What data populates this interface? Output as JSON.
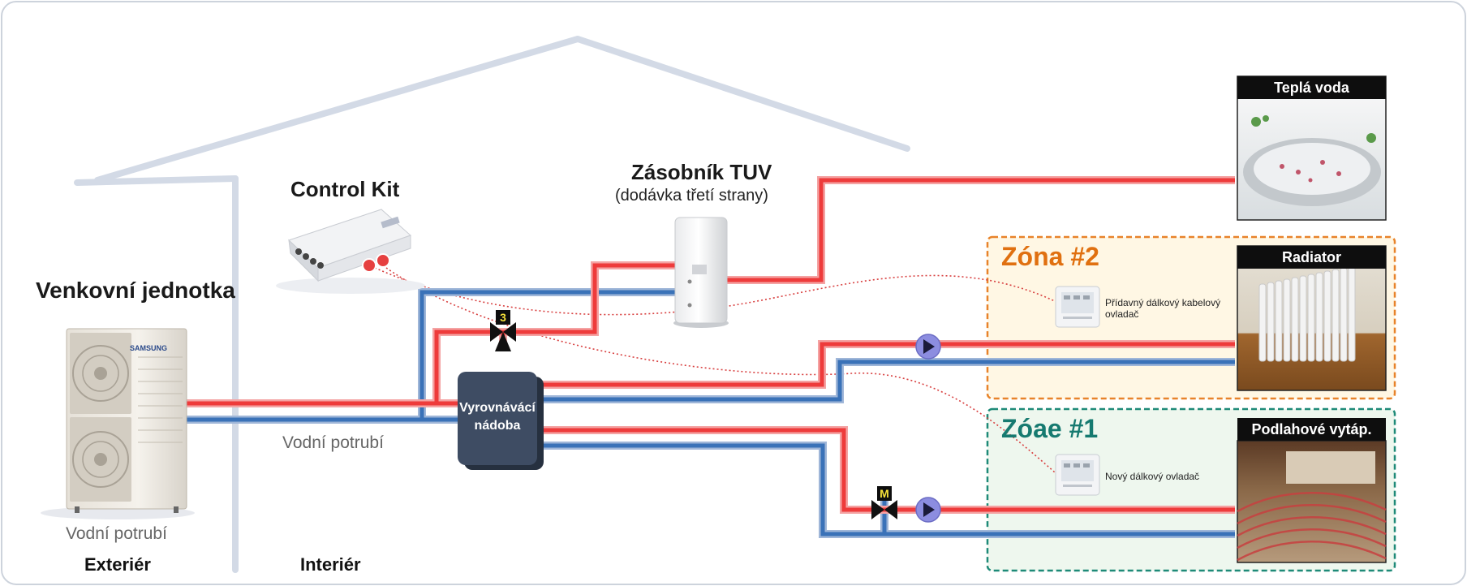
{
  "labels": {
    "outdoor_unit": "Venkovní jednotka",
    "control_kit": "Control Kit",
    "dhw_tank_title": "Zásobník TUV",
    "dhw_tank_sub": "(dodávka třetí strany)",
    "water_pipe_1": "Vodní potrubí",
    "water_pipe_2": "Vodní potrubí",
    "exterior": "Exteriér",
    "interior": "Interiér",
    "buffer_tank": "Vyrovnávácí nádoba",
    "zone2": "Zóna #2",
    "zone1": "Zóae #1",
    "remote_wired": "Přídavný  dálkový kabelový ovladač",
    "remote_new": "Nový dálkový ovladač",
    "panel_hot_water": "Teplá voda",
    "panel_radiator": "Radiator",
    "panel_floor": "Podlahové vytáp.",
    "valve_3way": "3",
    "valve_mixing": "M",
    "brand": "SAMSUNG"
  },
  "colors": {
    "hot_pipe": "#ee3b3b",
    "cold_pipe": "#3a72b8",
    "pipe_outline": "#9fb6d8",
    "house_outline": "#d3dae6",
    "tank_body": "#3e4c63",
    "zone2_border": "#e8832a",
    "zone2_fill": "#fff7e4",
    "zone1_border": "#1e8a78",
    "zone1_fill": "#eef7ee",
    "pump": "#8c8de0",
    "dotted_wire": "#d84040"
  },
  "icons": [
    "three-way-valve-icon",
    "mixing-valve-icon",
    "circulation-pump-icon",
    "wired-remote-icon",
    "outdoor-unit-icon",
    "control-kit-icon",
    "dhw-tank-icon"
  ]
}
